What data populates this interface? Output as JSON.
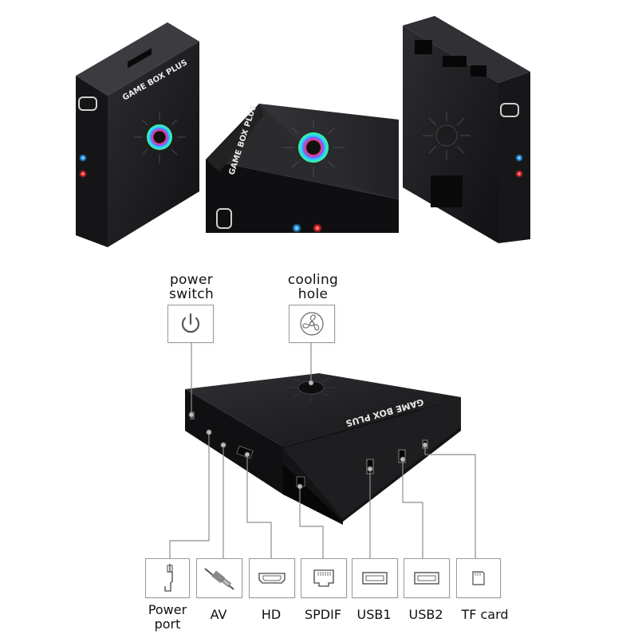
{
  "product": {
    "brand_text": "GAME BOX PLUS"
  },
  "top_callouts": [
    {
      "id": "power-switch",
      "label_line1": "power",
      "label_line2": "switch",
      "icon": "power-icon"
    },
    {
      "id": "cooling-hole",
      "label_line1": "cooling",
      "label_line2": "hole",
      "icon": "fan-icon"
    }
  ],
  "ports": [
    {
      "id": "power-port",
      "label_line1": "Power",
      "label_line2": "port",
      "icon": "dc-plug-icon"
    },
    {
      "id": "av",
      "label_line1": "AV",
      "label_line2": "",
      "icon": "av-cable-icon"
    },
    {
      "id": "hd",
      "label_line1": "HD",
      "label_line2": "",
      "icon": "hdmi-port-icon"
    },
    {
      "id": "spdif",
      "label_line1": "SPDIF",
      "label_line2": "",
      "icon": "spdif-port-icon"
    },
    {
      "id": "usb1",
      "label_line1": "USB1",
      "label_line2": "",
      "icon": "usb-port-icon"
    },
    {
      "id": "usb2",
      "label_line1": "USB2",
      "label_line2": "",
      "icon": "usb-port-icon"
    },
    {
      "id": "tf-card",
      "label_line1": "TF card",
      "label_line2": "",
      "icon": "sd-card-icon"
    }
  ],
  "colors": {
    "box_dark": "#1a1a1c",
    "box_panel": "#2a2a2d",
    "led_blue": "#2fa8ff",
    "led_red": "#ff3030",
    "callout_line": "#8e8e8e"
  }
}
